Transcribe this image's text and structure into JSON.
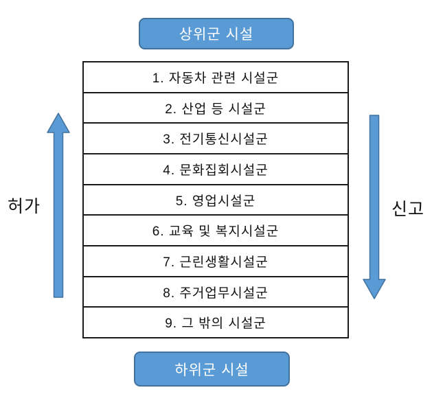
{
  "diagram": {
    "top_box": {
      "label": "상위군 시설"
    },
    "bottom_box": {
      "label": "하위군 시설"
    },
    "arrows": {
      "left": {
        "label": "허가",
        "direction": "up"
      },
      "right": {
        "label": "신고",
        "direction": "down"
      }
    },
    "table": {
      "rows": [
        "1. 자동차 관련 시설군",
        "2. 산업 등 시설군",
        "3. 전기통신시설군",
        "4. 문화집회시설군",
        "5. 영업시설군",
        "6. 교육 및 복지시설군",
        "7. 근린생활시설군",
        "8. 주거업무시설군",
        "9. 그 밖의 시설군"
      ]
    },
    "colors": {
      "box_fill": "#5b9bd5",
      "box_border": "#41719c",
      "arrow_fill": "#5b9bd5",
      "arrow_border": "#41719c",
      "table_border": "#1a1a1a",
      "text": "#111111"
    }
  }
}
